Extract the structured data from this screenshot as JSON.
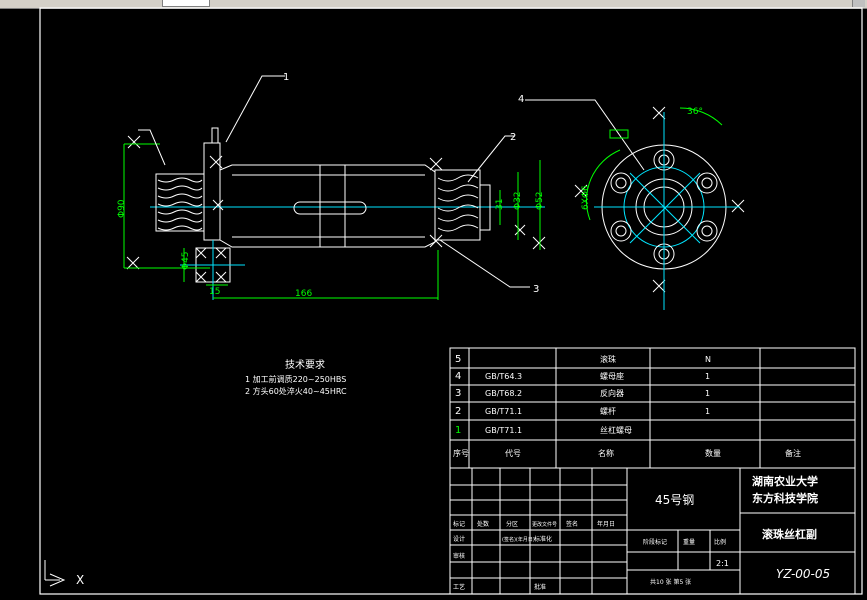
{
  "tech_requirements": {
    "title": "技术要求",
    "line1": "1  加工前调质220~250HBS",
    "line2": "2  方头60处淬火40~45HRC"
  },
  "callouts": {
    "c1": "1",
    "c2": "2",
    "c3": "3",
    "c4": "4"
  },
  "dims": {
    "d90": "Φ90",
    "d45": "Φ45",
    "d15": "15",
    "d166": "166",
    "d31": "31",
    "d32": "Φ32",
    "d52": "Φ52",
    "d6x6": "6XΦ6",
    "d36": "36°"
  },
  "parts_list": {
    "rows": [
      {
        "no": "5",
        "code": "",
        "name": "滚珠",
        "qty": "N",
        "note": ""
      },
      {
        "no": "4",
        "code": "GB/T64.3",
        "name": "螺母座",
        "qty": "1",
        "note": ""
      },
      {
        "no": "3",
        "code": "GB/T68.2",
        "name": "反向器",
        "qty": "1",
        "note": ""
      },
      {
        "no": "2",
        "code": "GB/T71.1",
        "name": "螺杆",
        "qty": "1",
        "note": ""
      },
      {
        "no": "1",
        "code": "GB/T71.1",
        "name": "丝杠螺母",
        "qty": "",
        "note": ""
      }
    ],
    "header": {
      "no": "序号",
      "code": "代号",
      "name": "名称",
      "qty": "数量",
      "note": "备注"
    }
  },
  "title_block": {
    "material": "45号钢",
    "school_line1": "湖南农业大学",
    "school_line2": "东方科技学院",
    "part_name": "滚珠丝杠副",
    "drawing_no": "YZ-00-05",
    "scale": "2:1",
    "sheet": "共10 张 第5 张",
    "labels": {
      "mark": "标记",
      "count": "处数",
      "zone": "分区",
      "change_doc": "更改文件号",
      "sign": "签名",
      "date": "年月日",
      "design": "设计",
      "std": "标准化",
      "review": "审核",
      "craft": "工艺",
      "approve": "批准",
      "stage": "阶段标记",
      "weight": "重量",
      "scale_label": "比例",
      "design_sig": "(签名)(年月日)"
    }
  },
  "ucs": {
    "x_label": "X"
  },
  "colors": {
    "line": "#ffffff",
    "center": "#00e5ff",
    "dim": "#00ff00",
    "border": "#ffffff"
  }
}
